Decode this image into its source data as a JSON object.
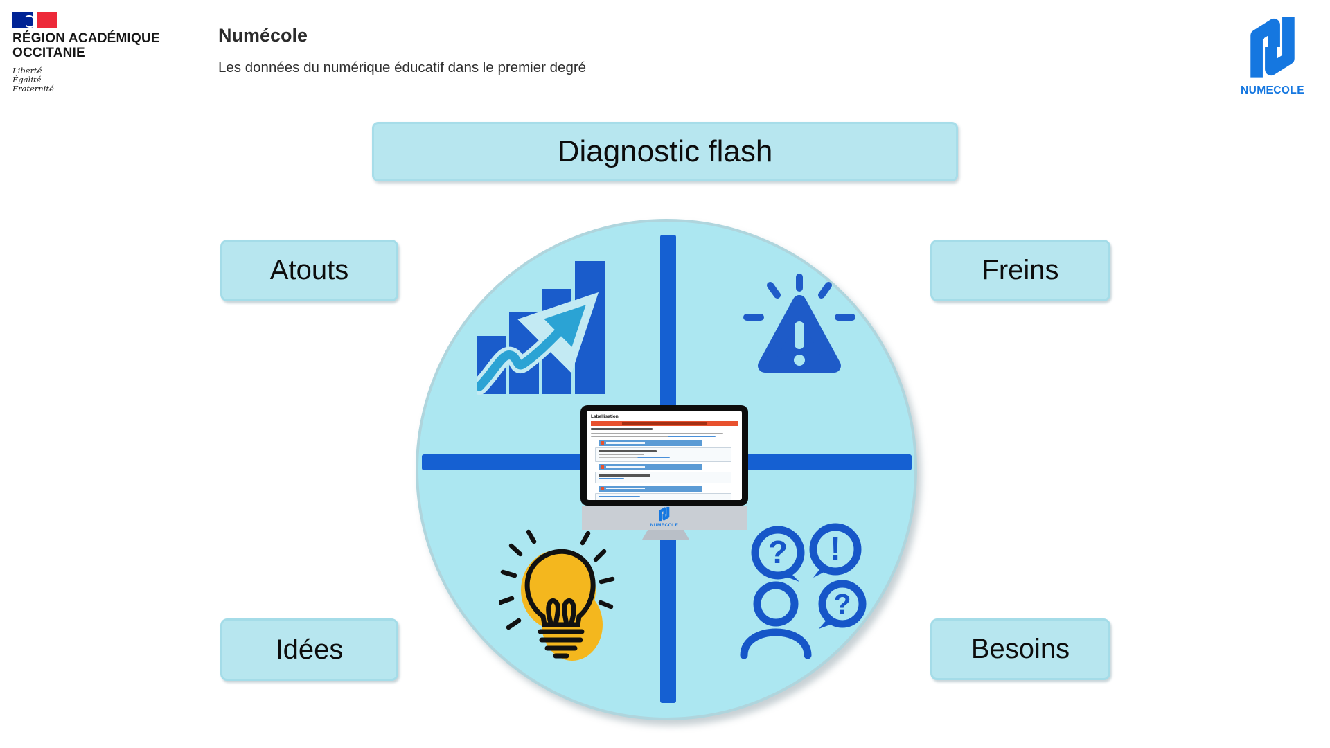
{
  "header": {
    "region": {
      "line1": "RÉGION ACADÉMIQUE",
      "line2": "OCCITANIE",
      "motto": [
        "Liberté",
        "Égalité",
        "Fraternité"
      ]
    },
    "app_title": "Numécole",
    "app_subtitle": "Les données du numérique éducatif dans le premier degré",
    "brand_name": "NUMECOLE"
  },
  "diagram": {
    "title": "Diagnostic flash",
    "quadrants": [
      {
        "label": "Atouts",
        "position": "top-left",
        "icon": "bar-chart-growth-icon"
      },
      {
        "label": "Freins",
        "position": "top-right",
        "icon": "warning-alert-icon"
      },
      {
        "label": "Idées",
        "position": "bottom-left",
        "icon": "lightbulb-idea-icon"
      },
      {
        "label": "Besoins",
        "position": "bottom-right",
        "icon": "people-questions-icon"
      }
    ],
    "monitor": {
      "screen_heading": "Labellisation",
      "stand_brand": "NUMECOLE"
    }
  },
  "colors": {
    "cross_blue": "#1560D2",
    "circle_fill": "#ACE7F1",
    "panel_fill": "#B7E6EF",
    "logo_blue": "#1577E0",
    "bulb_yellow": "#F4B71E",
    "banner_orange": "#E8512E",
    "section_bar_blue": "#5B9BD5"
  }
}
